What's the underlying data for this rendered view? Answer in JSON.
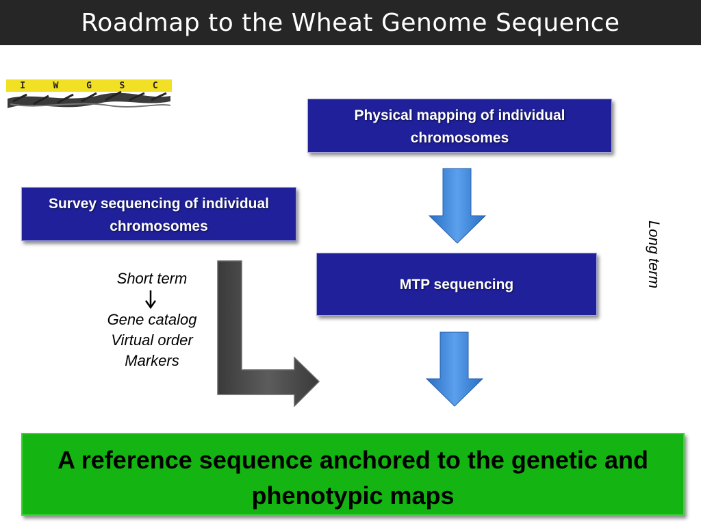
{
  "header": {
    "title": "Roadmap to the Wheat Genome Sequence"
  },
  "logo": {
    "letters": [
      "I",
      "W",
      "G",
      "S",
      "C"
    ]
  },
  "boxes": {
    "physical_mapping": {
      "line1": "Physical mapping of individual",
      "line2": "chromosomes"
    },
    "survey_sequencing": {
      "line1": "Survey sequencing of individual",
      "line2": "chromosomes"
    },
    "mtp_sequencing": {
      "label": "MTP sequencing"
    },
    "reference": {
      "line1": "A reference sequence anchored to the genetic and",
      "line2": "phenotypic maps"
    }
  },
  "annotations": {
    "short_term": "Short term",
    "outputs": [
      "Gene catalog",
      "Virtual order",
      "Markers"
    ],
    "long_term": "Long term"
  },
  "colors": {
    "title_bar": "#262626",
    "box_blue": "#1f209a",
    "arrow_blue": "#3b82d8",
    "arrow_gray": "#4a4a4a",
    "reference_green": "#14b512",
    "logo_yellow": "#f2e024"
  }
}
